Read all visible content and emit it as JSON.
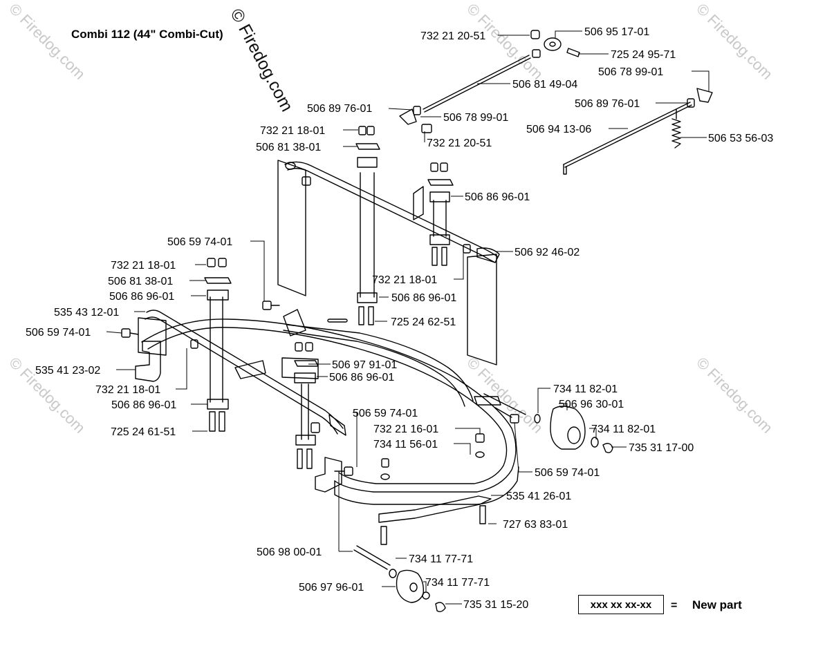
{
  "title": "Combi 112 (44\" Combi-Cut)",
  "watermark": {
    "main": "© Firedog.com",
    "faint": "© Firedog.com"
  },
  "legend": {
    "code": "xxx xx xx-xx",
    "equals": "=",
    "text": "New part"
  },
  "callouts": [
    "732 21 20-51",
    "506 95 17-01",
    "725 24 95-71",
    "506 78 99-01",
    "506 81 49-04",
    "506 89 76-01",
    "506 89 76-01",
    "506 78 99-01",
    "506 94 13-06",
    "506 53 56-03",
    "732 21 18-01",
    "732 21 20-51",
    "506 81 38-01",
    "506 86 96-01",
    "506 59 74-01",
    "506 92 46-02",
    "732 21 18-01",
    "732 21 18-01",
    "506 81 38-01",
    "506 86 96-01",
    "506 86 96-01",
    "535 43 12-01",
    "725 24 62-51",
    "506 59 74-01",
    "506 97 91-01",
    "506 86 96-01",
    "535 41 23-02",
    "732 21 18-01",
    "734 11 82-01",
    "506 96 30-01",
    "506 86 96-01",
    "506 59 74-01",
    "734 11 82-01",
    "725 24 61-51",
    "732 21 16-01",
    "735 31 17-00",
    "734 11 56-01",
    "506 59 74-01",
    "535 41 26-01",
    "727 63 83-01",
    "506 98 00-01",
    "734 11 77-71",
    "734 11 77-71",
    "506 97 96-01",
    "735 31 15-20"
  ]
}
